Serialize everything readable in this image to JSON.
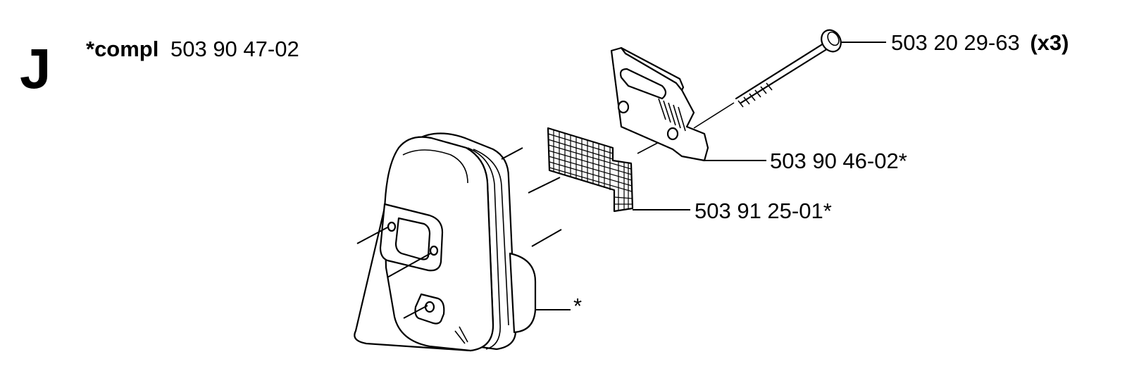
{
  "section": {
    "letter": "J"
  },
  "assembly": {
    "prefix": "*compl",
    "number": "503 90 47-02"
  },
  "callouts": {
    "bolt": {
      "number": "503 20 29-63",
      "qty": "(x3)"
    },
    "plate": {
      "number": "503 90 46-02*"
    },
    "screen": {
      "number": "503 91 25-01*"
    },
    "muffler": {
      "number": "*"
    }
  },
  "colors": {
    "ink": "#000000",
    "paper": "#ffffff"
  }
}
